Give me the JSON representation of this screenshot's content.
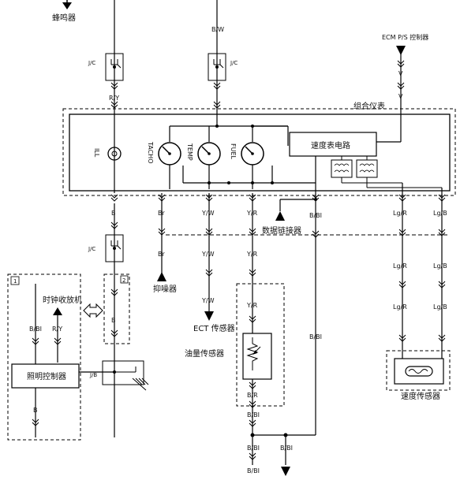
{
  "labels": {
    "buzzer": "蜂鸣器",
    "ecm": "ECM P/S 控制器",
    "cluster": "组合仪表",
    "speedo_circuit": "速度表电路",
    "ill": "ILL",
    "tacho": "TACHO",
    "temp": "TEMP",
    "fuel": "FUEL",
    "clock_radio": "时钟收放机",
    "lighting_ctrl": "照明控制器",
    "dlc": "数据链接器",
    "suppressor": "抑噪器",
    "ect": "ECT 传感器",
    "fuel_sensor": "油量传感器",
    "speed_sensor": "速度传感器",
    "jc": "J/C",
    "jb": "J/B",
    "box1": "1",
    "box2": "2",
    "v": "V"
  },
  "wires": {
    "bw": "B/W",
    "ry": "R/Y",
    "b": "B",
    "br": "Br",
    "yw": "Y/W",
    "yr": "Y/R",
    "bbi": "B/BI",
    "lgr": "Lg/R",
    "lgb": "Lg/B",
    "brr": "B/R"
  }
}
